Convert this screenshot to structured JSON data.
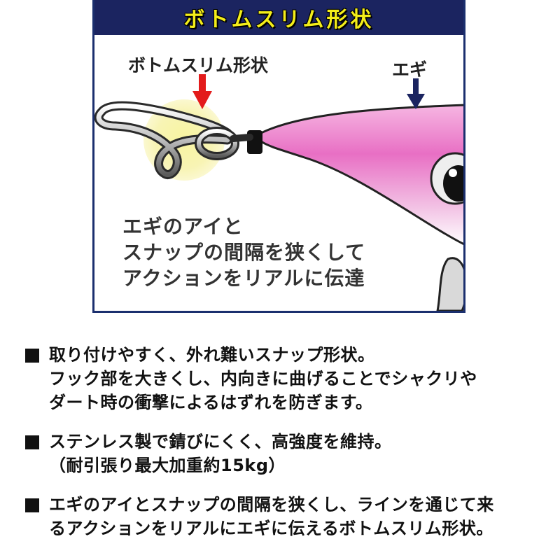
{
  "panel": {
    "title": "ボトムスリム形状",
    "label_shape": "ボトムスリム形状",
    "label_egi": "エギ",
    "note_lines": [
      "エギのアイと",
      "スナップの間隔を狭くして",
      "アクションをリアルに伝達"
    ]
  },
  "bullets": [
    {
      "lines": [
        "取り付けやすく、外れ難いスナップ形状。",
        "フック部を大きくし、内向きに曲げることでシャクリや",
        "ダート時の衝撃によるはずれを防ぎます。"
      ]
    },
    {
      "lines": [
        "ステンレス製で錆びにくく、高強度を維持。",
        "（耐引張り最大加重約15kg）"
      ]
    },
    {
      "lines": [
        "エギのアイとスナップの間隔を狭くし、ラインを通じて来",
        "るアクションをリアルにエギに伝えるボトムスリム形状。"
      ]
    }
  ],
  "colors": {
    "header_bg": "#1b2460",
    "header_text": "#f4ee1a",
    "arrow_red": "#e31b1b",
    "arrow_navy": "#1b2460",
    "egi_pink": "#e86fc4",
    "highlight": "#f7f3a6"
  }
}
